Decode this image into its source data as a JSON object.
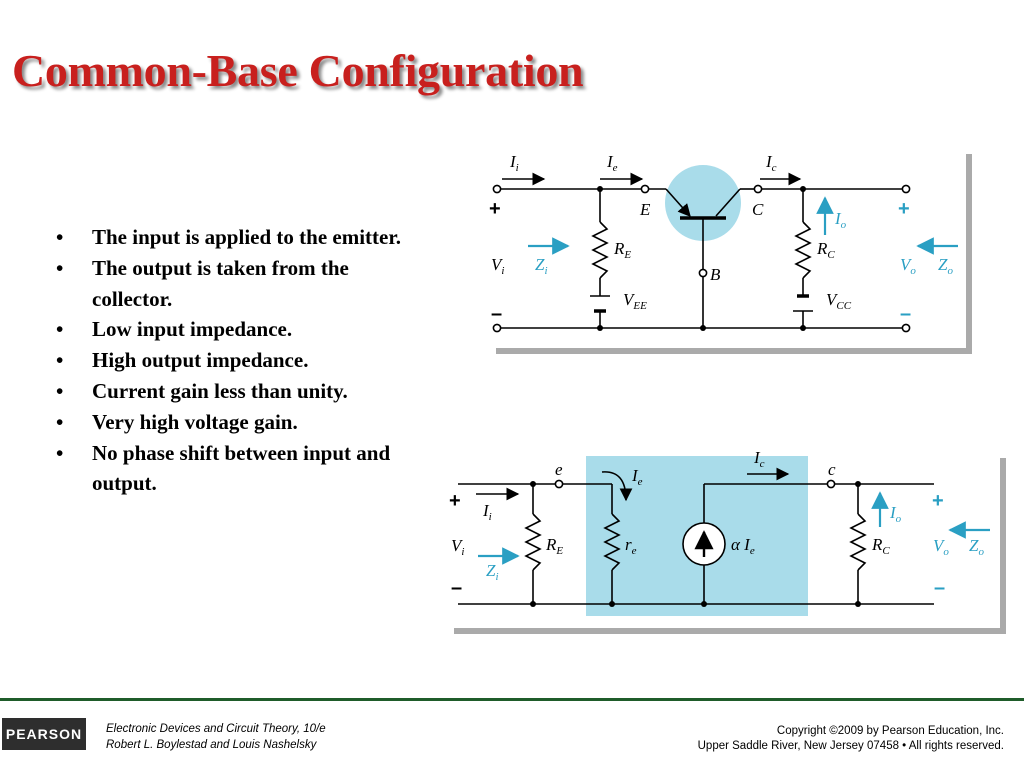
{
  "slide": {
    "title": "Common-Base Configuration",
    "bullets": [
      "The input is applied to the emitter.",
      "The output is taken from the collector.",
      "Low input impedance.",
      "High output impedance.",
      "Current gain less than unity.",
      "Very high voltage gain.",
      "No phase shift between input and output."
    ]
  },
  "colors": {
    "title": "#c8201e",
    "accent_blue": "#2a9fc3",
    "highlight": "#a9dcea",
    "frame_shadow": "#aaaaaa",
    "footer_rule": "#1f5c2a"
  },
  "circuit_top": {
    "current_in": {
      "base": "I",
      "sub": "i"
    },
    "current_emitter": {
      "base": "I",
      "sub": "e"
    },
    "current_collector": {
      "base": "I",
      "sub": "c"
    },
    "current_out": {
      "base": "I",
      "sub": "o"
    },
    "emitter_label": "E",
    "collector_label": "C",
    "base_label": "B",
    "emitter_resistor": {
      "base": "R",
      "sub": "E"
    },
    "collector_resistor": {
      "base": "R",
      "sub": "C"
    },
    "emitter_supply": {
      "base": "V",
      "sub": "EE"
    },
    "collector_supply": {
      "base": "V",
      "sub": "CC"
    },
    "input_voltage": {
      "base": "V",
      "sub": "i"
    },
    "output_voltage": {
      "base": "V",
      "sub": "o"
    },
    "input_impedance": {
      "base": "Z",
      "sub": "i"
    },
    "output_impedance": {
      "base": "Z",
      "sub": "o"
    },
    "plus": "+",
    "minus": "–"
  },
  "circuit_bottom": {
    "emitter_node": "e",
    "collector_node": "c",
    "current_in": {
      "base": "I",
      "sub": "i"
    },
    "current_emitter": {
      "base": "I",
      "sub": "e"
    },
    "current_collector": {
      "base": "I",
      "sub": "c"
    },
    "current_out": {
      "base": "I",
      "sub": "o"
    },
    "emitter_resistor": {
      "base": "R",
      "sub": "E"
    },
    "dynamic_resistance": {
      "base": "r",
      "sub": "e"
    },
    "source_label": {
      "base": "α I",
      "sub": "e"
    },
    "collector_resistor": {
      "base": "R",
      "sub": "C"
    },
    "input_voltage": {
      "base": "V",
      "sub": "i"
    },
    "output_voltage": {
      "base": "V",
      "sub": "o"
    },
    "input_impedance": {
      "base": "Z",
      "sub": "i"
    },
    "output_impedance": {
      "base": "Z",
      "sub": "o"
    },
    "plus": "+",
    "minus": "–"
  },
  "footer": {
    "logo": "PEARSON",
    "book_line1": "Electronic Devices and Circuit Theory, 10/e",
    "book_line2": "Robert L. Boylestad and Louis Nashelsky",
    "copyright_line1": "Copyright ©2009 by Pearson Education, Inc.",
    "copyright_line2": "Upper Saddle River, New Jersey 07458 • All rights reserved."
  }
}
